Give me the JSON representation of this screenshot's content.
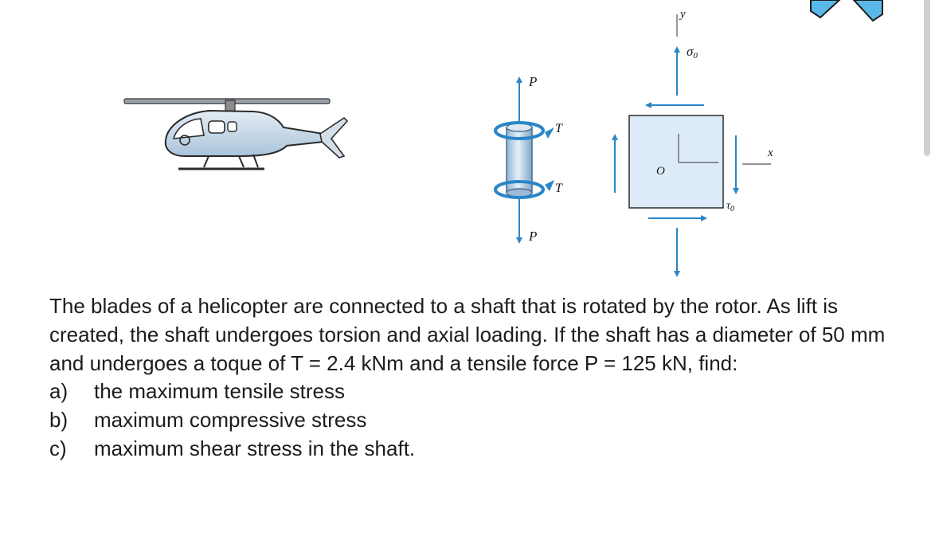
{
  "figure": {
    "labels": {
      "axis_y": "y",
      "axis_x": "x",
      "sigma": "σ",
      "sigma_sub": "0",
      "tau": "τ",
      "tau_sub": "0",
      "origin": "O",
      "force_top": "P",
      "force_bottom": "P",
      "torque_top": "T",
      "torque_bottom": "T"
    },
    "colors": {
      "arrow_blue": "#2a86c8",
      "shaft_fill": "#b3cde3",
      "element_fill": "#dcebf7",
      "helicopter_body": "#c7d7e6",
      "helicopter_outline": "#2a2a2a"
    }
  },
  "problem": {
    "text": "The blades of a helicopter are connected to a shaft that is rotated by the rotor. As lift is created, the shaft undergoes torsion and axial loading. If the shaft has a diameter of 50 mm and undergoes a toque of T = 2.4 kNm and a tensile force P = 125 kN, find:",
    "parts": [
      {
        "letter": "a)",
        "text": "the maximum tensile stress"
      },
      {
        "letter": "b)",
        "text": "maximum compressive stress"
      },
      {
        "letter": "c)",
        "text": "maximum shear stress in the shaft."
      }
    ]
  }
}
